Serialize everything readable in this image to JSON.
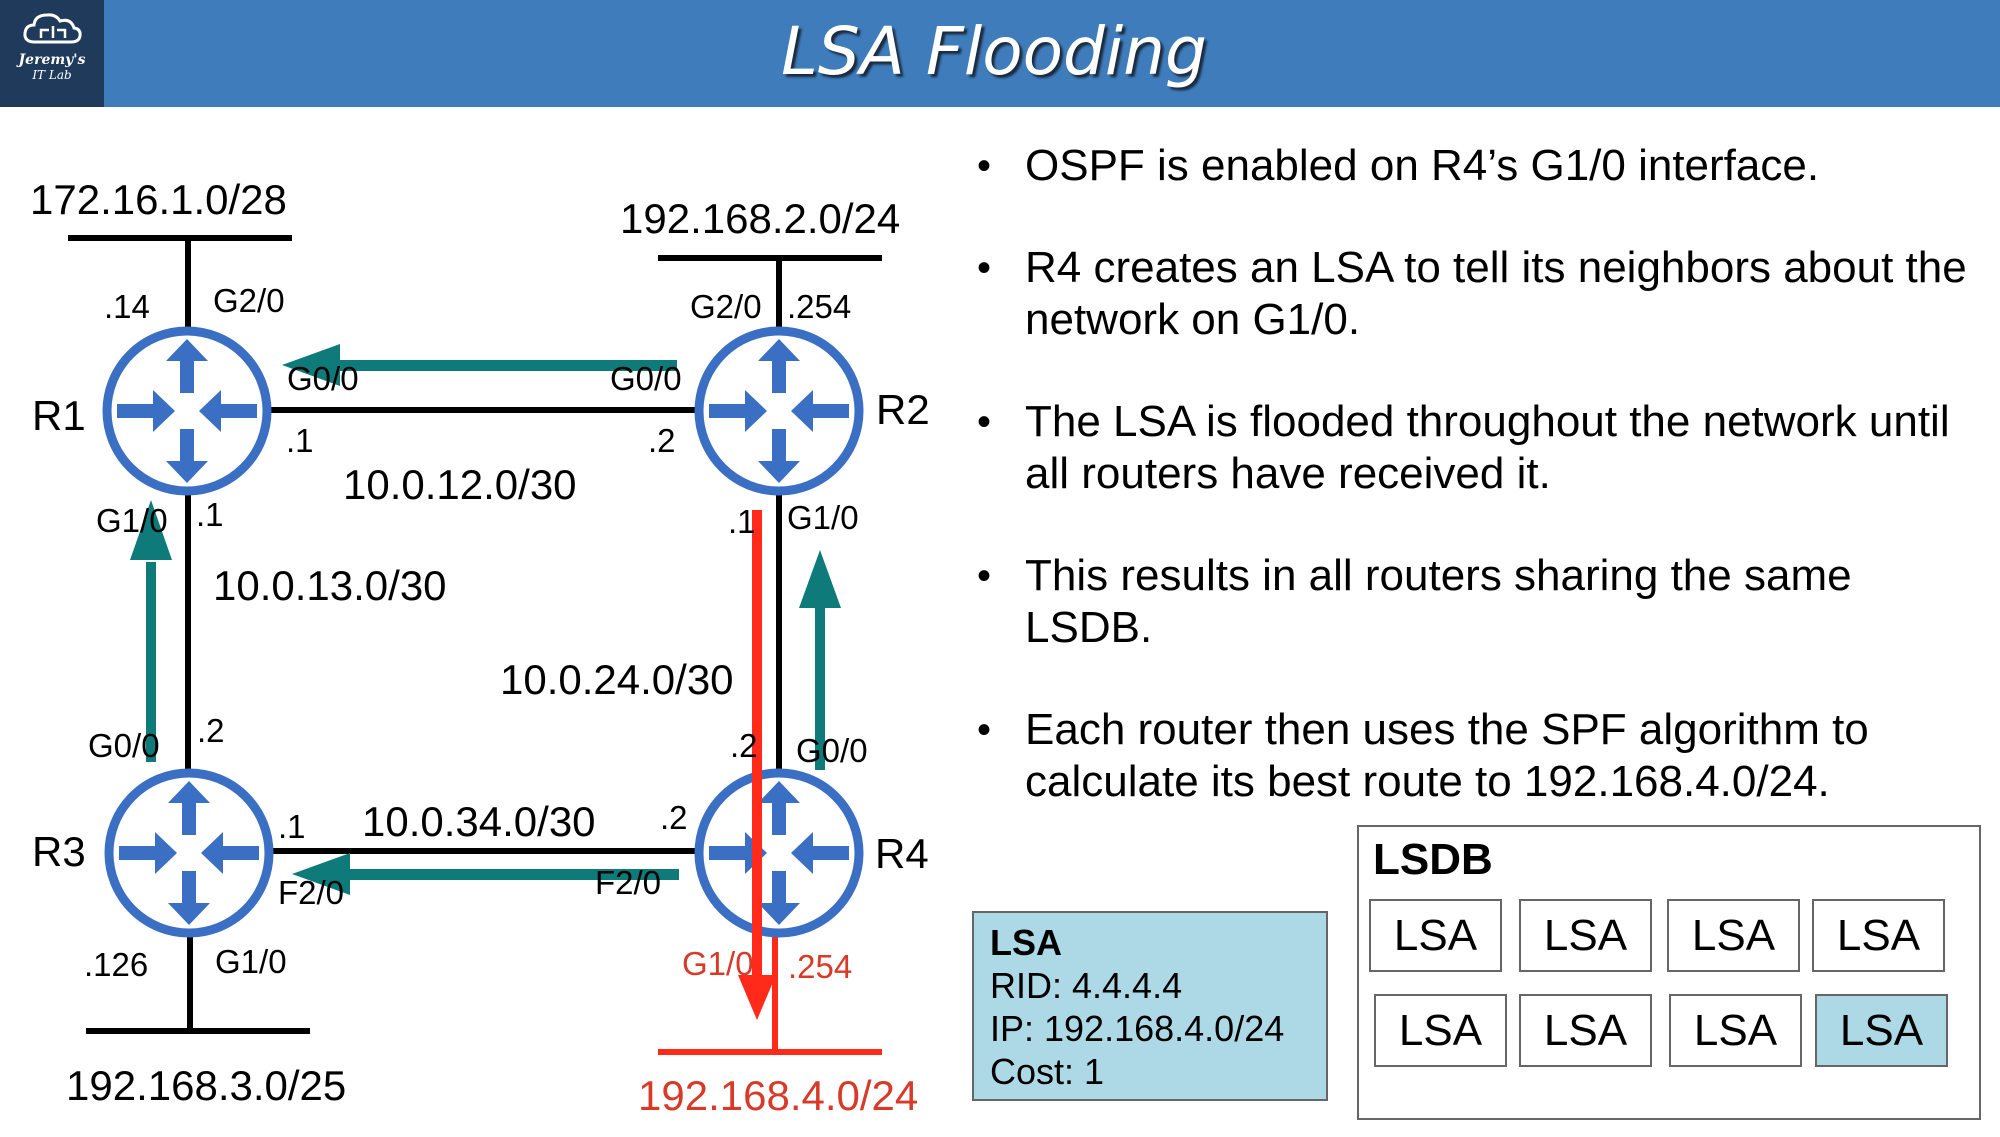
{
  "header": {
    "title": "LSA Flooding",
    "logo_line1": "Jeremy's",
    "logo_line2": "IT Lab"
  },
  "diagram": {
    "routers": [
      "R1",
      "R2",
      "R3",
      "R4"
    ],
    "networks": {
      "r1_lan": "172.16.1.0/28",
      "r2_lan": "192.168.2.0/24",
      "r3_lan": "192.168.3.0/25",
      "r4_lan": "192.168.4.0/24",
      "r1_r2": "10.0.12.0/30",
      "r1_r3": "10.0.13.0/30",
      "r2_r4": "10.0.24.0/30",
      "r3_r4": "10.0.34.0/30"
    },
    "r1": {
      "g20": "G2/0",
      "g20_ip": ".14",
      "g00": "G0/0",
      "g00_ip": ".1",
      "g10": "G1/0",
      "g10_ip": ".1"
    },
    "r2": {
      "g20": "G2/0",
      "g20_ip": ".254",
      "g00": "G0/0",
      "g00_ip": ".2",
      "g10": "G1/0",
      "g10_ip": ".1"
    },
    "r3": {
      "g00": "G0/0",
      "g00_ip": ".2",
      "f20": "F2/0",
      "f20_ip": ".1",
      "g10": "G1/0",
      "g10_ip": ".126"
    },
    "r4": {
      "g00": "G0/0",
      "g00_ip": ".2",
      "f20": "F2/0",
      "f20_ip": ".2",
      "g10": "G1/0",
      "g10_ip": ".254"
    },
    "colors": {
      "router": "#3a6fc4",
      "arrow": "#0f7a7a",
      "highlight": "#ff2a1a",
      "line": "#000000"
    }
  },
  "bullets": [
    "OSPF is enabled on R4’s G1/0 interface.",
    "R4 creates an LSA to tell its neighbors about the network on G1/0.",
    "The LSA is flooded throughout the network until all routers have received it.",
    "This results in all routers sharing the same LSDB.",
    "Each router then uses the SPF algorithm to calculate its best route to 192.168.4.0/24."
  ],
  "lsa": {
    "title": "LSA",
    "rid": "RID: 4.4.4.4",
    "ip": "IP: 192.168.4.0/24",
    "cost": "Cost: 1"
  },
  "lsdb": {
    "title": "LSDB",
    "cells": [
      "LSA",
      "LSA",
      "LSA",
      "LSA",
      "LSA",
      "LSA",
      "LSA",
      "LSA"
    ],
    "highlight_color": "#add8e6"
  }
}
